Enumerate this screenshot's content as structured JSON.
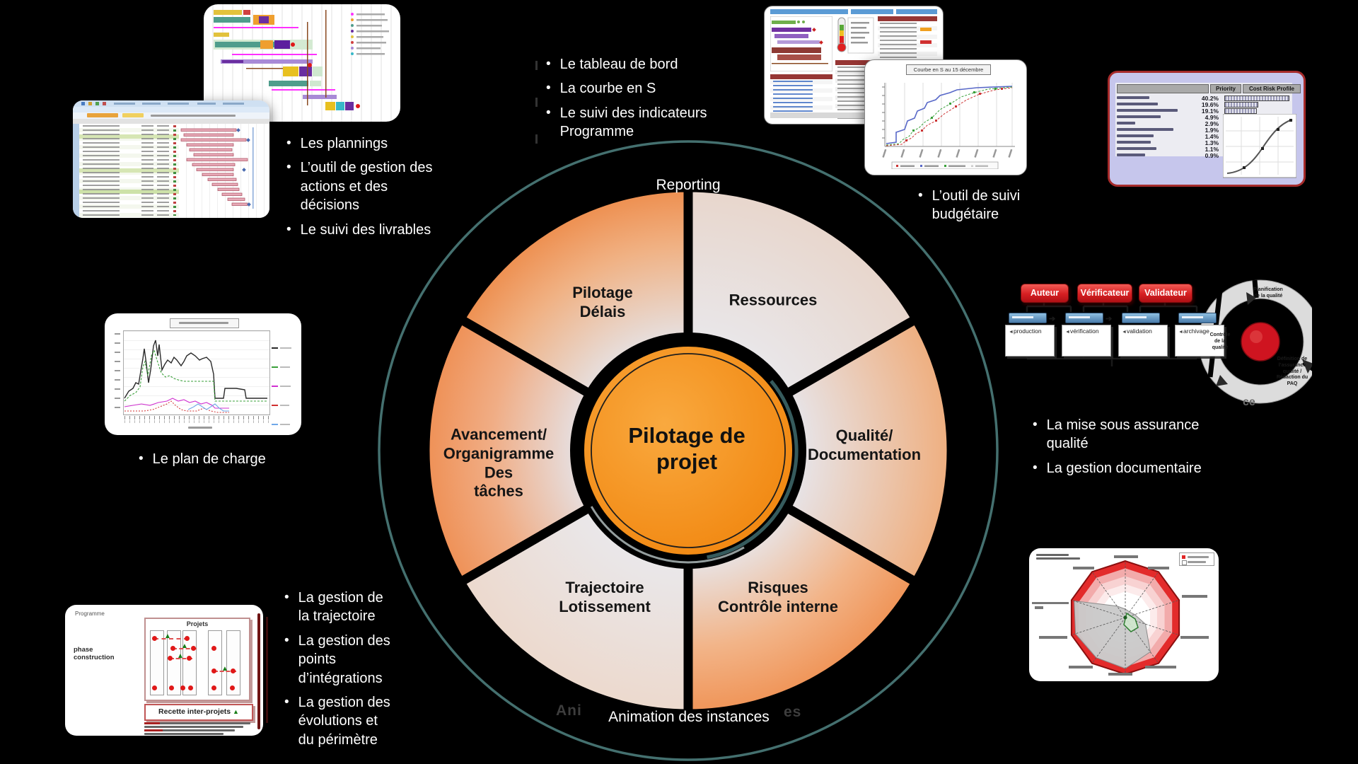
{
  "wheel": {
    "ring_color": "#44706f",
    "hub_color": "#f6921e",
    "top_label": "Reporting",
    "bottom_label": "Animation des instances",
    "ghost_left": "Ani",
    "ghost_right": "es",
    "center_title": "Pilotage de\nprojet",
    "segments": {
      "pilotage_delais": "Pilotage\nDélais",
      "ressources": "Ressources",
      "qualite_documentation": "Qualité/\nDocumentation",
      "risques_controle": "Risques\nContrôle interne",
      "trajectoire_lotissement": "Trajectoire\nLotissement",
      "avancement_organigramme": "Avancement/\nOrganigramme\nDes\ntâches"
    }
  },
  "icons": {
    "bullet": "•",
    "step_arrow": "◄",
    "flow_arrow": "➔",
    "triangle": "▲"
  },
  "callouts": {
    "reporting": {
      "items": [
        "Le tableau de bord",
        "La courbe en S",
        "Le suivi des indicateurs\nProgramme"
      ]
    },
    "planning": {
      "items": [
        "Les plannings",
        "L’outil de gestion des\nactions et des\ndécisions",
        "Le suivi des livrables"
      ]
    },
    "budget": {
      "items": [
        "L’outil de suivi\nbudgétaire"
      ]
    },
    "qualite": {
      "items": [
        "La mise sous assurance\nqualité",
        "La gestion documentaire"
      ]
    },
    "charge": {
      "items": [
        "Le plan de charge"
      ]
    },
    "trajectoire": {
      "items": [
        "La gestion de\nla trajectoire",
        "La gestion des\npoints\nd’intégrations",
        "La gestion des\névolutions et\ndu périmètre"
      ]
    }
  },
  "thumbnails": {
    "scurve": {
      "title": "Courbe en S au 15 décembre"
    },
    "budget_table": {
      "headers": [
        "Priority",
        "Cost Risk Profile"
      ],
      "percentages": [
        "40.2%",
        "19.6%",
        "19.1%",
        "4.9%",
        "2.9%",
        "1.9%",
        "1.4%",
        "1.3%",
        "1.1%",
        "0.9%"
      ]
    },
    "workflow": {
      "roles": [
        "Auteur",
        "Vérificateur",
        "Validateur"
      ],
      "steps": [
        "production",
        "vérification",
        "validation",
        "archivage"
      ],
      "ghost": "ce"
    },
    "quality_cycle": {
      "top": "Planification\nde la qualité",
      "left": "Contrôle\nde la\nqualité",
      "bottom": "Définition de\nl’assurance\nqualité /\nRédaction du\nPAQ"
    },
    "programme": {
      "title": "Programme",
      "phase": "phase\nconstruction",
      "projects_label": "Projets",
      "recette_label": "Recette inter-projets"
    }
  }
}
